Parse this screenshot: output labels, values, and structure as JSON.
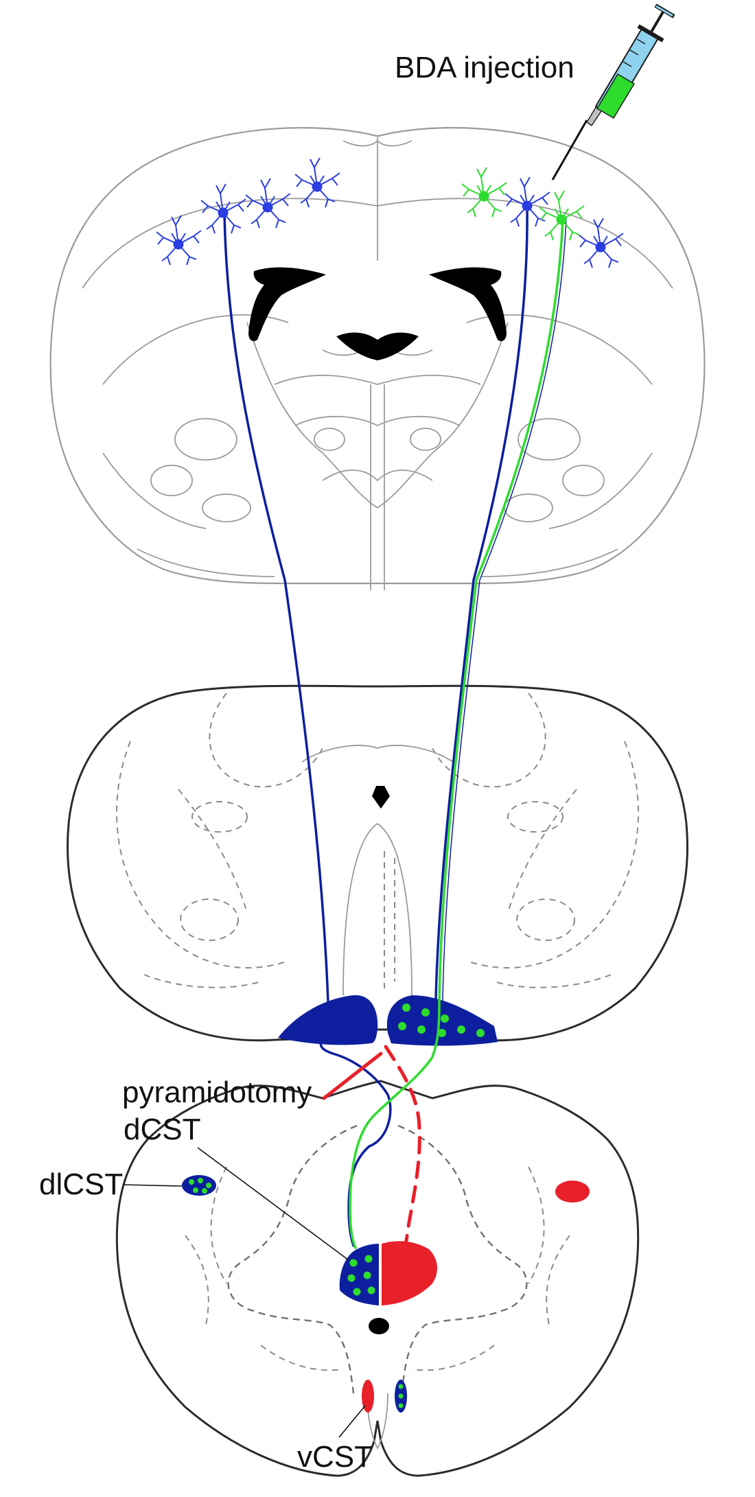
{
  "labels": {
    "injection": "BDA injection",
    "pyramidotomy": "pyramidotomy",
    "dcst": "dCST",
    "dlcst": "dlCST",
    "vcst": "vCST"
  },
  "colors": {
    "unlabeled_tract": "#0d1f9e",
    "bda_labeled": "#2ddc2d",
    "lesioned_tract": "#e8202a",
    "ventricle": "#000000",
    "outline": "#2b2b2b",
    "syringe_body": "#8fd3ee",
    "syringe_fluid": "#2ddc2d"
  },
  "icons": {
    "syringe": "syringe-icon",
    "neuron": "pyramidal-neuron-icon"
  }
}
